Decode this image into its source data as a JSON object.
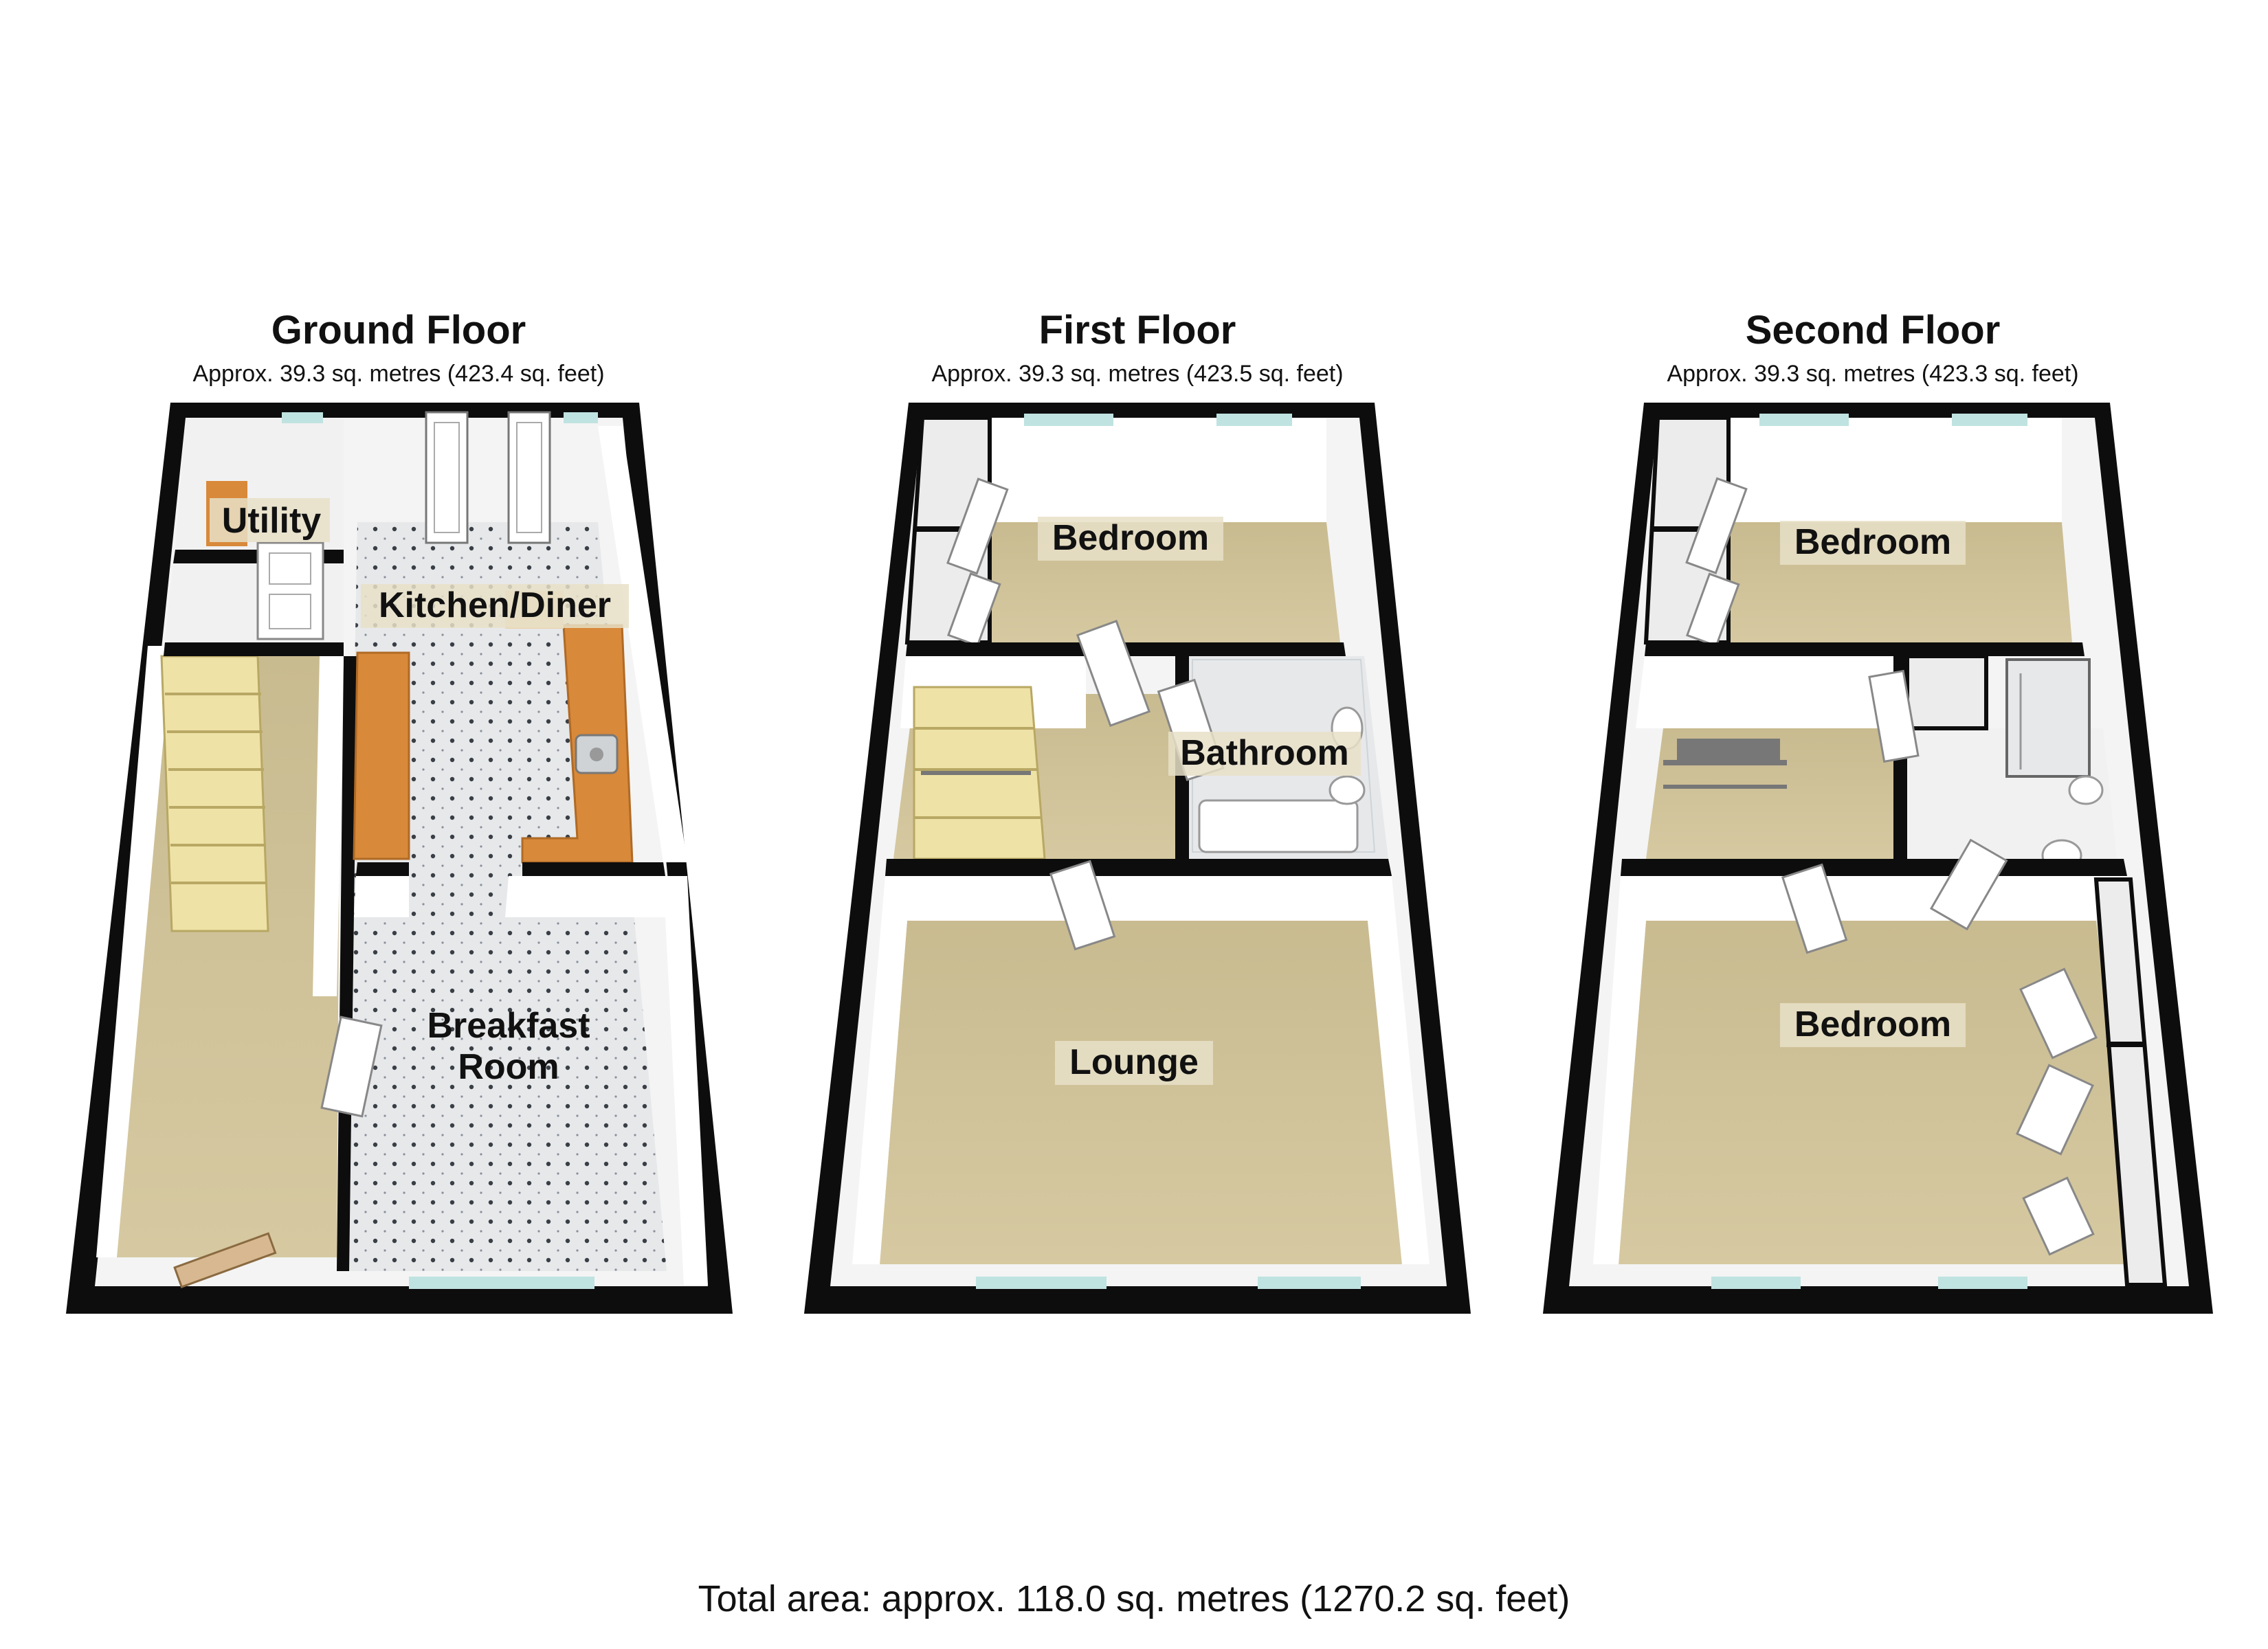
{
  "floors": [
    {
      "title": "Ground Floor",
      "area": "Approx. 39.3 sq. metres (423.4 sq. feet)",
      "rooms": [
        "Utility",
        "Kitchen/Diner",
        "Breakfast",
        "Room"
      ]
    },
    {
      "title": "First Floor",
      "area": "Approx. 39.3 sq. metres (423.5 sq. feet)",
      "rooms": [
        "Bedroom",
        "Bathroom",
        "Lounge"
      ]
    },
    {
      "title": "Second Floor",
      "area": "Approx. 39.3 sq. metres (423.3 sq. feet)",
      "rooms": [
        "Bedroom",
        "Bedroom"
      ]
    }
  ],
  "total_area": "Total area: approx. 118.0 sq. metres (1270.2 sq. feet)",
  "colors": {
    "wall": "#0d0d0d",
    "carpet": "#cdbf95",
    "tile": "#e4e6e8",
    "worktop": "#d8893a",
    "inner_wall": "#f3f3f3",
    "window": "#bfe3e0",
    "stairs": "#efe2a6"
  }
}
